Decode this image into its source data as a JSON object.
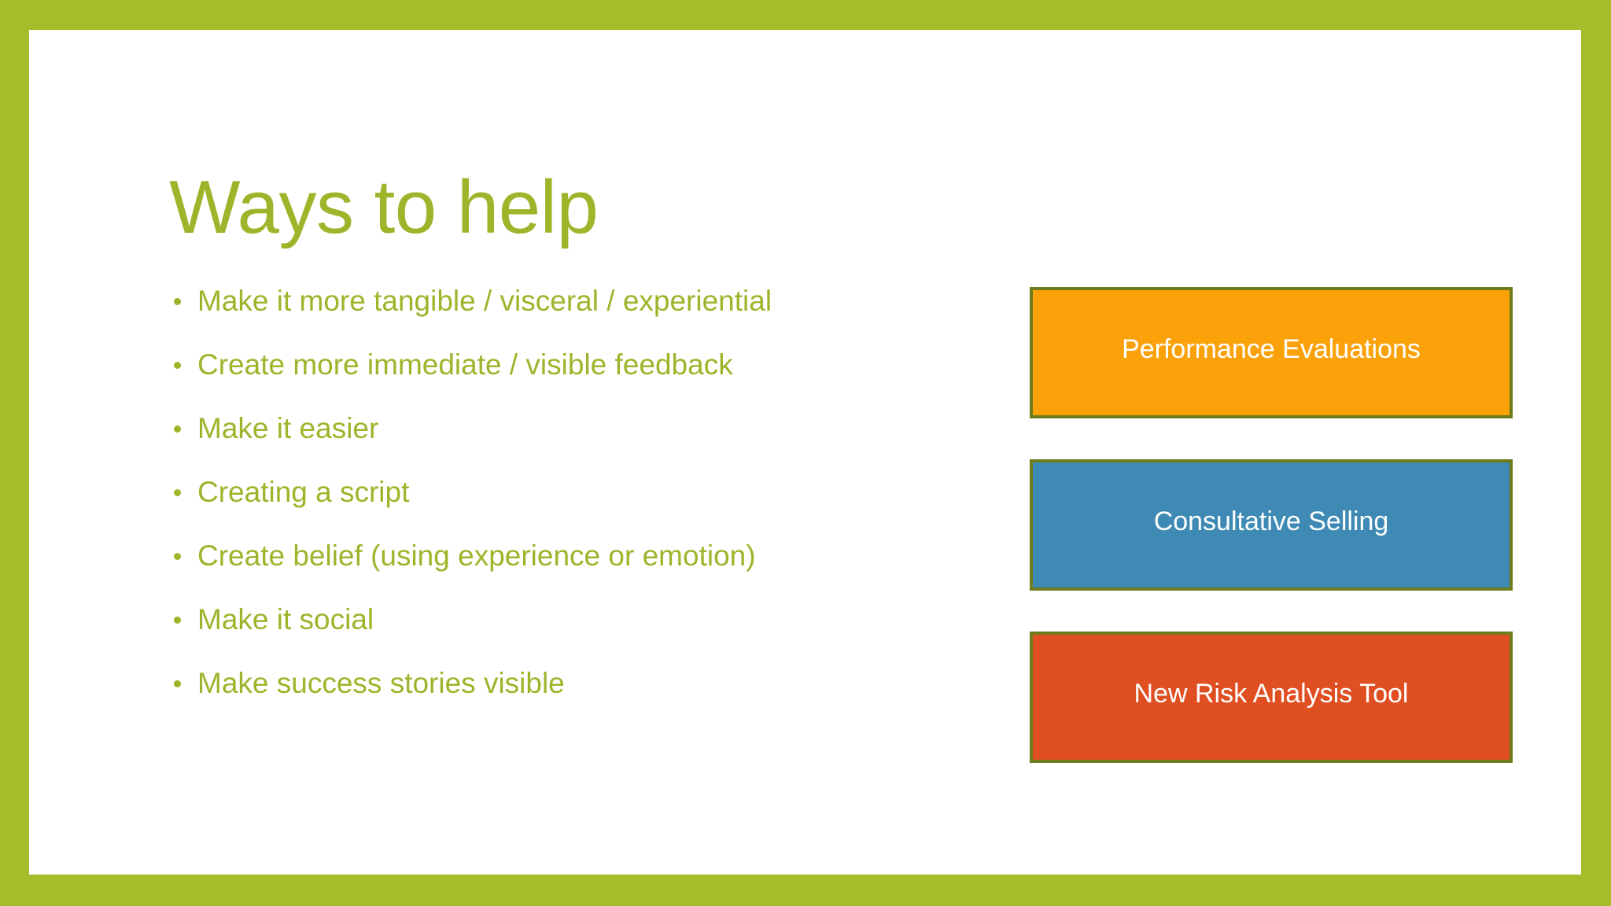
{
  "slide": {
    "title": "Ways to help",
    "frame_color": "#a7bc2a",
    "canvas_color": "#ffffff",
    "text_green": "#9cb52a"
  },
  "bullets": [
    {
      "text": "Make it more tangible / visceral / experiential"
    },
    {
      "text": "Create more immediate / visible feedback"
    },
    {
      "text": "Make it easier"
    },
    {
      "text": "Creating a script"
    },
    {
      "text": "Create belief (using experience or emotion)"
    },
    {
      "text": "Make it social"
    },
    {
      "text": "Make success stories visible"
    }
  ],
  "boxes": [
    {
      "label": "Performance Evaluations",
      "fill": "#fba20b",
      "border": "#6e7c1b",
      "text_color": "#ffffff"
    },
    {
      "label": "Consultative Selling",
      "fill": "#3e8ab4",
      "border": "#6e7c1b",
      "text_color": "#ffffff"
    },
    {
      "label": "New Risk Analysis Tool",
      "fill": "#df4f22",
      "border": "#6e7c1b",
      "text_color": "#ffffff"
    }
  ]
}
